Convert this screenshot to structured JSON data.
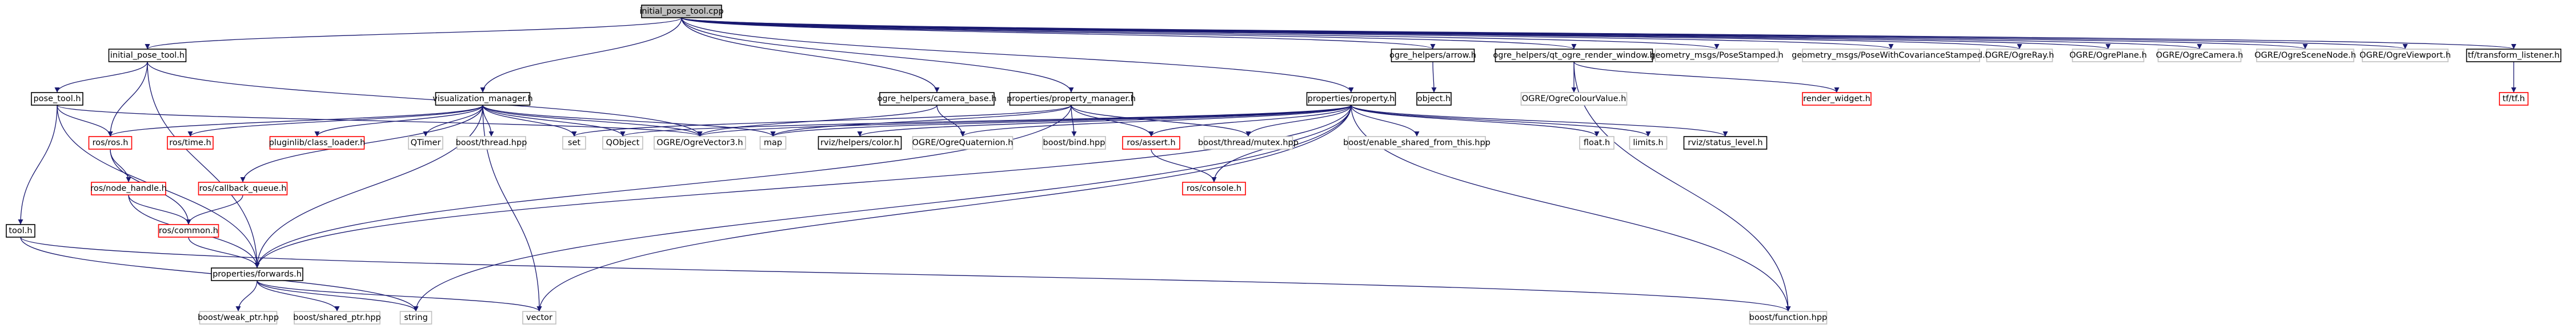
{
  "graph": {
    "title": "",
    "colors": {
      "edge": "#191970",
      "focus_fill": "#bfbfbf",
      "documented_border": "#000000",
      "external_border": "#bfbfbf",
      "missing_border": "#ff0000",
      "text": "#000000"
    },
    "nodes": [
      {
        "id": "initial_pose_tool_cpp",
        "label": "initial_pose_tool.cpp",
        "kind": "focus"
      },
      {
        "id": "initial_pose_tool_h",
        "label": "initial_pose_tool.h",
        "kind": "documented"
      },
      {
        "id": "visualization_manager_h",
        "label": "visualization_manager.h",
        "kind": "documented"
      },
      {
        "id": "ogre_helpers_camera_base_h",
        "label": "ogre_helpers/camera_base.h",
        "kind": "documented"
      },
      {
        "id": "properties_property_manager_h",
        "label": "properties/property_manager.h",
        "kind": "documented"
      },
      {
        "id": "properties_property_h",
        "label": "properties/property.h",
        "kind": "documented"
      },
      {
        "id": "ogre_helpers_arrow_h",
        "label": "ogre_helpers/arrow.h",
        "kind": "documented"
      },
      {
        "id": "ogre_helpers_qt_ogre_render_window_h",
        "label": "ogre_helpers/qt_ogre_render_window.h",
        "kind": "documented"
      },
      {
        "id": "geometry_msgs_PoseStamped_h",
        "label": "geometry_msgs/PoseStamped.h",
        "kind": "external"
      },
      {
        "id": "geometry_msgs_PoseWithCovarianceStamped_h",
        "label": "geometry_msgs/PoseWithCovarianceStamped.h",
        "kind": "external"
      },
      {
        "id": "OGRE_OgreRay_h",
        "label": "OGRE/OgreRay.h",
        "kind": "external"
      },
      {
        "id": "OGRE_OgrePlane_h",
        "label": "OGRE/OgrePlane.h",
        "kind": "external"
      },
      {
        "id": "OGRE_OgreCamera_h",
        "label": "OGRE/OgreCamera.h",
        "kind": "external"
      },
      {
        "id": "OGRE_OgreSceneNode_h",
        "label": "OGRE/OgreSceneNode.h",
        "kind": "external"
      },
      {
        "id": "OGRE_OgreViewport_h",
        "label": "OGRE/OgreViewport.h",
        "kind": "external"
      },
      {
        "id": "tf_transform_listener_h",
        "label": "tf/transform_listener.h",
        "kind": "documented"
      },
      {
        "id": "tf_tf_h",
        "label": "tf/tf.h",
        "kind": "missing"
      },
      {
        "id": "pose_tool_h",
        "label": "pose_tool.h",
        "kind": "documented"
      },
      {
        "id": "ros_ros_h",
        "label": "ros/ros.h",
        "kind": "missing"
      },
      {
        "id": "ros_node_handle_h",
        "label": "ros/node_handle.h",
        "kind": "missing"
      },
      {
        "id": "ros_common_h",
        "label": "ros/common.h",
        "kind": "missing"
      },
      {
        "id": "tool_h",
        "label": "tool.h",
        "kind": "documented"
      },
      {
        "id": "properties_forwards_h",
        "label": "properties/forwards.h",
        "kind": "documented"
      },
      {
        "id": "boost_weak_ptr_hpp",
        "label": "boost/weak_ptr.hpp",
        "kind": "external"
      },
      {
        "id": "boost_shared_ptr_hpp",
        "label": "boost/shared_ptr.hpp",
        "kind": "external"
      },
      {
        "id": "string",
        "label": "string",
        "kind": "external"
      },
      {
        "id": "vector",
        "label": "vector",
        "kind": "external"
      },
      {
        "id": "boost_function_hpp",
        "label": "boost/function.hpp",
        "kind": "external"
      },
      {
        "id": "ros_time_h",
        "label": "ros/time.h",
        "kind": "missing"
      },
      {
        "id": "pluginlib_class_loader_h",
        "label": "pluginlib/class_loader.h",
        "kind": "missing"
      },
      {
        "id": "ros_callback_queue_h",
        "label": "ros/callback_queue.h",
        "kind": "missing"
      },
      {
        "id": "QTimer",
        "label": "QTimer",
        "kind": "external"
      },
      {
        "id": "boost_thread_hpp",
        "label": "boost/thread.hpp",
        "kind": "external"
      },
      {
        "id": "set",
        "label": "set",
        "kind": "external"
      },
      {
        "id": "QObject",
        "label": "QObject",
        "kind": "external"
      },
      {
        "id": "OGRE_OgreVector3_h",
        "label": "OGRE/OgreVector3.h",
        "kind": "external"
      },
      {
        "id": "map",
        "label": "map",
        "kind": "external"
      },
      {
        "id": "rviz_helpers_color_h",
        "label": "rviz/helpers/color.h",
        "kind": "documented"
      },
      {
        "id": "OGRE_OgreQuaternion_h",
        "label": "OGRE/OgreQuaternion.h",
        "kind": "external"
      },
      {
        "id": "boost_bind_hpp",
        "label": "boost/bind.hpp",
        "kind": "external"
      },
      {
        "id": "ros_assert_h",
        "label": "ros/assert.h",
        "kind": "missing"
      },
      {
        "id": "ros_console_h",
        "label": "ros/console.h",
        "kind": "missing"
      },
      {
        "id": "boost_thread_mutex_hpp",
        "label": "boost/thread/mutex.hpp",
        "kind": "external"
      },
      {
        "id": "boost_enable_shared_from_this_hpp",
        "label": "boost/enable_shared_from_this.hpp",
        "kind": "external"
      },
      {
        "id": "float_h",
        "label": "float.h",
        "kind": "external"
      },
      {
        "id": "limits_h",
        "label": "limits.h",
        "kind": "external"
      },
      {
        "id": "rviz_status_level_h",
        "label": "rviz/status_level.h",
        "kind": "documented"
      },
      {
        "id": "object_h",
        "label": "object.h",
        "kind": "documented"
      },
      {
        "id": "OGRE_OgreColourValue_h",
        "label": "OGRE/OgreColourValue.h",
        "kind": "external"
      },
      {
        "id": "render_widget_h",
        "label": "render_widget.h",
        "kind": "missing"
      }
    ],
    "edges": [
      [
        "initial_pose_tool_cpp",
        "initial_pose_tool_h"
      ],
      [
        "initial_pose_tool_cpp",
        "visualization_manager_h"
      ],
      [
        "initial_pose_tool_cpp",
        "ogre_helpers_camera_base_h"
      ],
      [
        "initial_pose_tool_cpp",
        "properties_property_manager_h"
      ],
      [
        "initial_pose_tool_cpp",
        "properties_property_h"
      ],
      [
        "initial_pose_tool_cpp",
        "ogre_helpers_arrow_h"
      ],
      [
        "initial_pose_tool_cpp",
        "ogre_helpers_qt_ogre_render_window_h"
      ],
      [
        "initial_pose_tool_cpp",
        "geometry_msgs_PoseStamped_h"
      ],
      [
        "initial_pose_tool_cpp",
        "geometry_msgs_PoseWithCovarianceStamped_h"
      ],
      [
        "initial_pose_tool_cpp",
        "OGRE_OgreRay_h"
      ],
      [
        "initial_pose_tool_cpp",
        "OGRE_OgrePlane_h"
      ],
      [
        "initial_pose_tool_cpp",
        "OGRE_OgreCamera_h"
      ],
      [
        "initial_pose_tool_cpp",
        "OGRE_OgreSceneNode_h"
      ],
      [
        "initial_pose_tool_cpp",
        "OGRE_OgreViewport_h"
      ],
      [
        "initial_pose_tool_cpp",
        "tf_transform_listener_h"
      ],
      [
        "tf_transform_listener_h",
        "tf_tf_h"
      ],
      [
        "initial_pose_tool_h",
        "pose_tool_h"
      ],
      [
        "initial_pose_tool_h",
        "ros_ros_h"
      ],
      [
        "initial_pose_tool_h",
        "OGRE_OgreVector3_h"
      ],
      [
        "initial_pose_tool_h",
        "properties_forwards_h"
      ],
      [
        "pose_tool_h",
        "tool_h"
      ],
      [
        "pose_tool_h",
        "ros_ros_h"
      ],
      [
        "pose_tool_h",
        "OGRE_OgreVector3_h"
      ],
      [
        "pose_tool_h",
        "properties_forwards_h"
      ],
      [
        "ros_ros_h",
        "ros_node_handle_h"
      ],
      [
        "ros_ros_h",
        "ros_common_h"
      ],
      [
        "ros_node_handle_h",
        "ros_common_h"
      ],
      [
        "ros_node_handle_h",
        "properties_forwards_h"
      ],
      [
        "ros_common_h",
        "properties_forwards_h"
      ],
      [
        "tool_h",
        "string"
      ],
      [
        "tool_h",
        "boost_function_hpp"
      ],
      [
        "properties_forwards_h",
        "boost_weak_ptr_hpp"
      ],
      [
        "properties_forwards_h",
        "boost_shared_ptr_hpp"
      ],
      [
        "properties_forwards_h",
        "string"
      ],
      [
        "properties_forwards_h",
        "vector"
      ],
      [
        "visualization_manager_h",
        "ros_ros_h"
      ],
      [
        "visualization_manager_h",
        "ros_time_h"
      ],
      [
        "visualization_manager_h",
        "pluginlib_class_loader_h"
      ],
      [
        "visualization_manager_h",
        "ros_callback_queue_h"
      ],
      [
        "visualization_manager_h",
        "QTimer"
      ],
      [
        "visualization_manager_h",
        "boost_thread_hpp"
      ],
      [
        "visualization_manager_h",
        "set"
      ],
      [
        "visualization_manager_h",
        "QObject"
      ],
      [
        "visualization_manager_h",
        "OGRE_OgreVector3_h"
      ],
      [
        "visualization_manager_h",
        "map"
      ],
      [
        "visualization_manager_h",
        "vector"
      ],
      [
        "visualization_manager_h",
        "properties_forwards_h"
      ],
      [
        "ros_callback_queue_h",
        "ros_common_h"
      ],
      [
        "ogre_helpers_camera_base_h",
        "OGRE_OgreVector3_h"
      ],
      [
        "ogre_helpers_camera_base_h",
        "OGRE_OgreQuaternion_h"
      ],
      [
        "properties_property_manager_h",
        "set"
      ],
      [
        "properties_property_manager_h",
        "map"
      ],
      [
        "properties_property_manager_h",
        "boost_bind_hpp"
      ],
      [
        "properties_property_manager_h",
        "ros_assert_h"
      ],
      [
        "properties_property_manager_h",
        "boost_thread_mutex_hpp"
      ],
      [
        "properties_property_manager_h",
        "properties_forwards_h"
      ],
      [
        "ros_assert_h",
        "ros_console_h"
      ],
      [
        "properties_property_h",
        "OGRE_OgreVector3_h"
      ],
      [
        "properties_property_h",
        "QObject"
      ],
      [
        "properties_property_h",
        "map"
      ],
      [
        "properties_property_h",
        "rviz_helpers_color_h"
      ],
      [
        "properties_property_h",
        "OGRE_OgreQuaternion_h"
      ],
      [
        "properties_property_h",
        "ros_assert_h"
      ],
      [
        "properties_property_h",
        "boost_thread_mutex_hpp"
      ],
      [
        "properties_property_h",
        "boost_enable_shared_from_this_hpp"
      ],
      [
        "properties_property_h",
        "float_h"
      ],
      [
        "properties_property_h",
        "limits_h"
      ],
      [
        "properties_property_h",
        "rviz_status_level_h"
      ],
      [
        "properties_property_h",
        "ros_console_h"
      ],
      [
        "properties_property_h",
        "string"
      ],
      [
        "properties_property_h",
        "vector"
      ],
      [
        "properties_property_h",
        "boost_function_hpp"
      ],
      [
        "properties_property_h",
        "properties_forwards_h"
      ],
      [
        "ogre_helpers_arrow_h",
        "object_h"
      ],
      [
        "ogre_helpers_qt_ogre_render_window_h",
        "OGRE_OgreColourValue_h"
      ],
      [
        "ogre_helpers_qt_ogre_render_window_h",
        "render_widget_h"
      ],
      [
        "ogre_helpers_qt_ogre_render_window_h",
        "boost_function_hpp"
      ]
    ]
  }
}
